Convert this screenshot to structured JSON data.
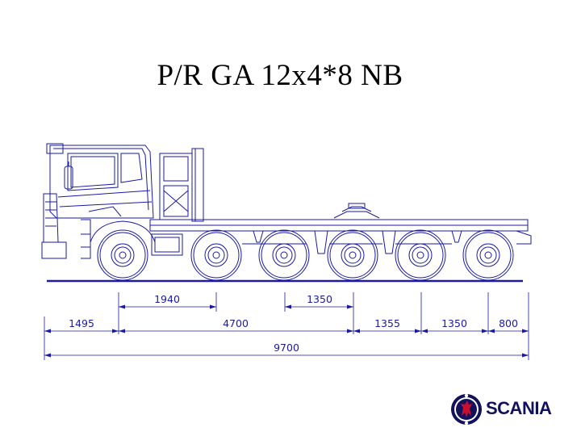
{
  "title": "P/R GA 12x4*8 NB",
  "brand": {
    "name": "SCANIA",
    "color": "#11115c"
  },
  "colors": {
    "line": "#1a1aa6",
    "text": "#000000"
  },
  "dimensions": {
    "upper": [
      "1940",
      "1350"
    ],
    "middle": [
      "1495",
      "4700",
      "1355",
      "1350",
      "800"
    ],
    "overall": "9700"
  }
}
